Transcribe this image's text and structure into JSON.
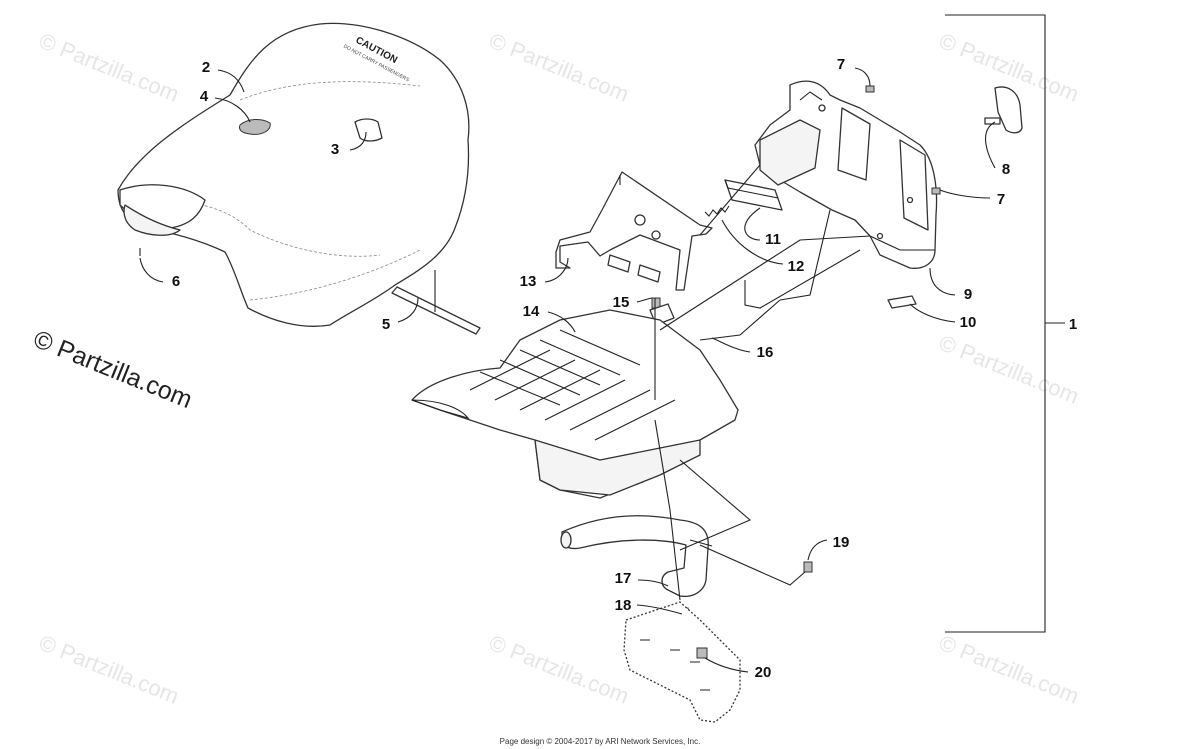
{
  "watermarks": {
    "small": "© Partzilla.com",
    "large": "© Partzilla.com"
  },
  "seat_text": {
    "caution": "CAUTION",
    "warning": "DO NOT CARRY PASSENGERS"
  },
  "callouts": [
    "1",
    "2",
    "3",
    "4",
    "5",
    "6",
    "7",
    "7",
    "8",
    "9",
    "10",
    "11",
    "12",
    "13",
    "14",
    "15",
    "16",
    "17",
    "18",
    "19",
    "20"
  ],
  "footer": "Page design © 2004-2017 by ARI Network Services, Inc."
}
